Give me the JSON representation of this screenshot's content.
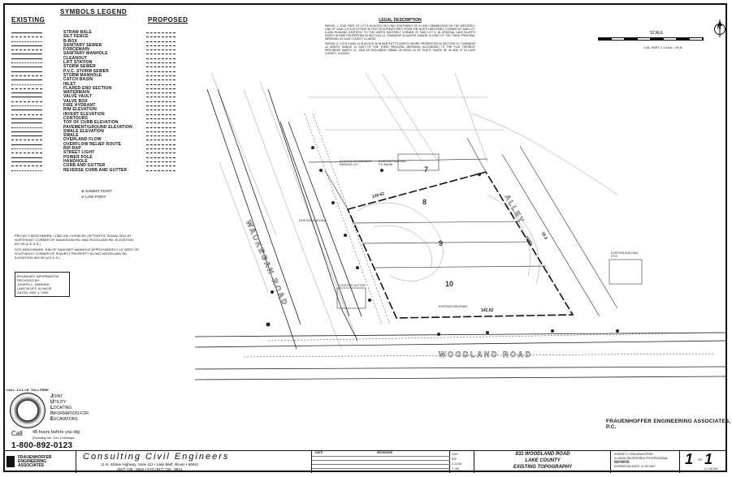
{
  "legend": {
    "title": "SYMBOLS LEGEND",
    "existing_header": "EXISTING",
    "proposed_header": "PROPOSED",
    "items": [
      "STRAW BALE",
      "SILT FENCE",
      "B-BOX",
      "SANITARY SEWER",
      "FORCEMAIN",
      "SANITARY MANHOLE",
      "CLEANOUT",
      "LIFT STATION",
      "STORM SEWER",
      "P.V.C. STORM SEWER",
      "STORM MANHOLE",
      "CATCH BASIN",
      "INLET",
      "FLARED END SECTION",
      "WATERMAIN",
      "VALVE VAULT",
      "VALVE BOX",
      "FIRE HYDRANT",
      "RIM ELEVATION",
      "INVERT ELEVATION",
      "CONTOURS",
      "TOP OF CURB ELEVATION",
      "PAVEMENT/GROUND ELEVATION",
      "SWALE ELEVATION",
      "SWALE",
      "OVERLAND FLOW",
      "OVERFLOW RELIEF ROUTE",
      "RIP-RAP",
      "STREET LIGHT",
      "POWER POLE",
      "HANDHOLE",
      "CURB AND GUTTER",
      "REVERSE CURB AND GUTTER"
    ],
    "summit_point": "SUMMIT POINT",
    "low_point": "LOW POINT"
  },
  "benchmarks": {
    "project": "PROJECT BENCHMARK: LCBM 4-B. CHISELED (IN TRAFFIC SIGNAL BOX AT NORTHEAST CORNER OF WAUKEGAN RD. AND ROCKLAND RD. ELEVATION: 697.09 (U.S.G.S.)",
    "site": "SITE BENCHMARK: RIM OF SANITARY MANHOLE APPROXIMATELY 10' WEST OF SOUTHEAST CORNER OF SUBJECT PROPERTY ALONG WOODLAND RD. ELEVATION: 663.09 (U.S.G.S.)"
  },
  "boundary": {
    "l1": "BOUNDARY INFORMATION PROVIDED BY:",
    "l2": "JOSEPH L. HARDING",
    "l3": "LAKE BLUFF, ILLINOIS",
    "l4": "DATED: MAY 1, 2000"
  },
  "legal": {
    "title": "LEGAL DESCRIPTION",
    "p1": "PARCEL 1: THAT PART OF LOT 8 IN BLOCK 26 LYING SOUTHERLY OF A LINE COMMENCING ON THE WESTERLY LINE OF SAID LOT 8 AT A POINT 50 FEET SOUTHEASTERLY FROM THE NORTH WESTERLY CORNER OF SAID LOT 8 AND RUNNING EASTERLY TO THE NORTH EASTERLY CORNER OF SAID LOT 8, IN ORIGINAL LAKE BLUFF'S NORTH SHORE PROPERTIES IN SECTION 13, TOWNSHIP 44 NORTH, RANGE 12 EAST OF THE THIRD PRINCIPAL MERIDIAN, IN LAKE COUNTY, ILLINOIS.",
    "p2": "PARCEL 2: LOTS 9 AND 10 IN BLOCK 26 IN BARTLETT'S NORTH SHORE PROPERTIES IN SECTION 13, TOWNSHIP 44 NORTH, RANGE 12 EAST OF THE THIRD PRINCIPAL MERIDIAN, ACCORDING TO THE PLAT THEREOF RECORDED MARCH 31, 1925 AS DOCUMENT 255981, IN BOOK 16 OF PLATS, PAGES 35, 36 AND 37 IN LAKE COUNTY, ILLINOIS."
  },
  "scale": {
    "label": "SCALE",
    "ratio": "1 IN. FEET 1 1 inch = 30 ft."
  },
  "north": "N",
  "map": {
    "road1": "WAUKEGAN ROAD",
    "road2": "WOODLAND ROAD",
    "alley": "ALLEY",
    "lots": [
      "7",
      "8",
      "9",
      "10"
    ],
    "dims": {
      "top": "129.62",
      "right": "100.0",
      "bottom": "142.02",
      "alley_w": "16.5"
    },
    "notes": [
      "EXISTING BITUMINOUS PARKING LOT",
      "EXISTING BUILDING F.F. 665.86",
      "EXISTING BUILDING F.F.E.",
      "EXISTING GUTTER",
      "EXISTING DRIVEWAY",
      "EXISTING BUILDING"
    ]
  },
  "firm": "FRAUENHOFFER ENGINEERING ASSOCIATES, P.C.",
  "julie": {
    "ring": "CALL J.U.L.I.E. TOLL FREE",
    "words": [
      {
        "b": "J",
        "t": "OINT"
      },
      {
        "b": "U",
        "t": "TILITY"
      },
      {
        "b": "L",
        "t": "OCATING"
      },
      {
        "b": "I",
        "t": "NFORMATION FOR"
      },
      {
        "b": "E",
        "t": "XCAVATORS"
      }
    ],
    "call": "Call",
    "hours": "48 hours before you dig",
    "exclude": "(Excluding Sat., Sun. & Holidays)",
    "phone": "1-800-892-0123"
  },
  "titleblock": {
    "logo": [
      "FRAUENHOFFER",
      "ENGINEERING",
      "ASSOCIATES"
    ],
    "consulting": "Consulting Civil Engineers",
    "address": "11 N. Skokie Highway, Suite 112  •  Lake Bluff, Illinois  •  60044",
    "phones": "(847) 735 - 8812  •  FAX (847) 735 - 8813",
    "rev_date": "DATE",
    "rev_revisions": "REVISIONS",
    "meta": [
      "CDH",
      "RJF",
      "2-13-06",
      "1\"=30'"
    ],
    "project_lines": [
      "831 WOODLAND ROAD",
      "LAKE COUNTY",
      "EXISTING TOPOGRAPHY"
    ],
    "cert": [
      "ROBERT J. FRAUENHOFFER",
      "ILLINOIS REGISTERED PROFESSIONAL ENGINEER",
      "062-049784",
      "EXPIRATION DATE: 11-30-2007"
    ],
    "sheet_no": "1",
    "sheet_of": "OF",
    "sheet_total": "1",
    "sheet_id": "LC-06-004"
  }
}
